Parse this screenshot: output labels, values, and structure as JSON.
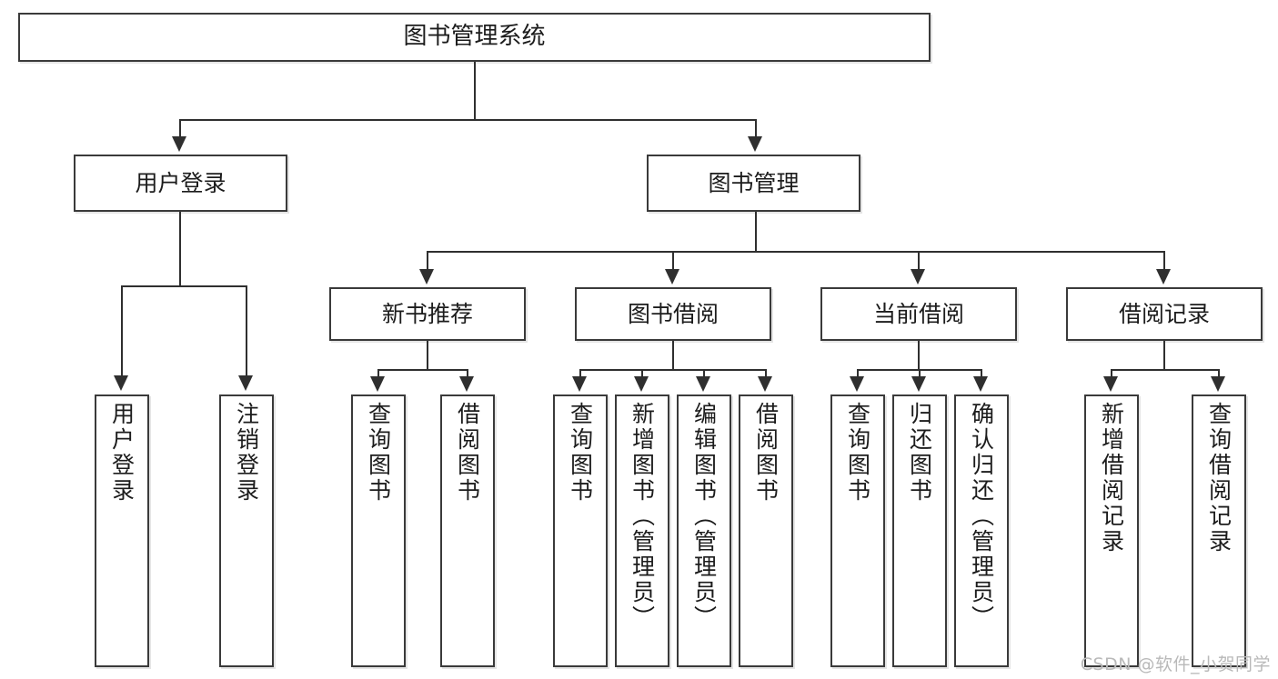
{
  "diagram": {
    "type": "tree-hierarchy",
    "title": "图书管理系统",
    "watermark": "CSDN @软件_小贺同学",
    "colors": {
      "box_border": "#3a3a3a",
      "connector": "#2f2f2f",
      "text": "#1c1c1c",
      "background": "#ffffff",
      "watermark": "#b9b9b9"
    },
    "levels": {
      "root": {
        "label": "图书管理系统"
      },
      "level2": [
        {
          "label": "用户登录"
        },
        {
          "label": "图书管理"
        }
      ],
      "level3": [
        {
          "label": "新书推荐"
        },
        {
          "label": "图书借阅"
        },
        {
          "label": "当前借阅"
        },
        {
          "label": "借阅记录"
        }
      ]
    },
    "groups": [
      {
        "parent": "用户登录",
        "leaves": [
          {
            "label": "用户登录"
          },
          {
            "label": "注销登录"
          }
        ]
      },
      {
        "parent": "新书推荐",
        "leaves": [
          {
            "label": "查询图书"
          },
          {
            "label": "借阅图书"
          }
        ]
      },
      {
        "parent": "图书借阅",
        "leaves": [
          {
            "label": "查询图书"
          },
          {
            "label": "新增图书（管理员）"
          },
          {
            "label": "编辑图书（管理员）"
          },
          {
            "label": "借阅图书"
          }
        ]
      },
      {
        "parent": "当前借阅",
        "leaves": [
          {
            "label": "查询图书"
          },
          {
            "label": "归还图书"
          },
          {
            "label": "确认归还（管理员）"
          }
        ]
      },
      {
        "parent": "借阅记录",
        "leaves": [
          {
            "label": "新增借阅记录"
          },
          {
            "label": "查询借阅记录"
          }
        ]
      }
    ]
  }
}
